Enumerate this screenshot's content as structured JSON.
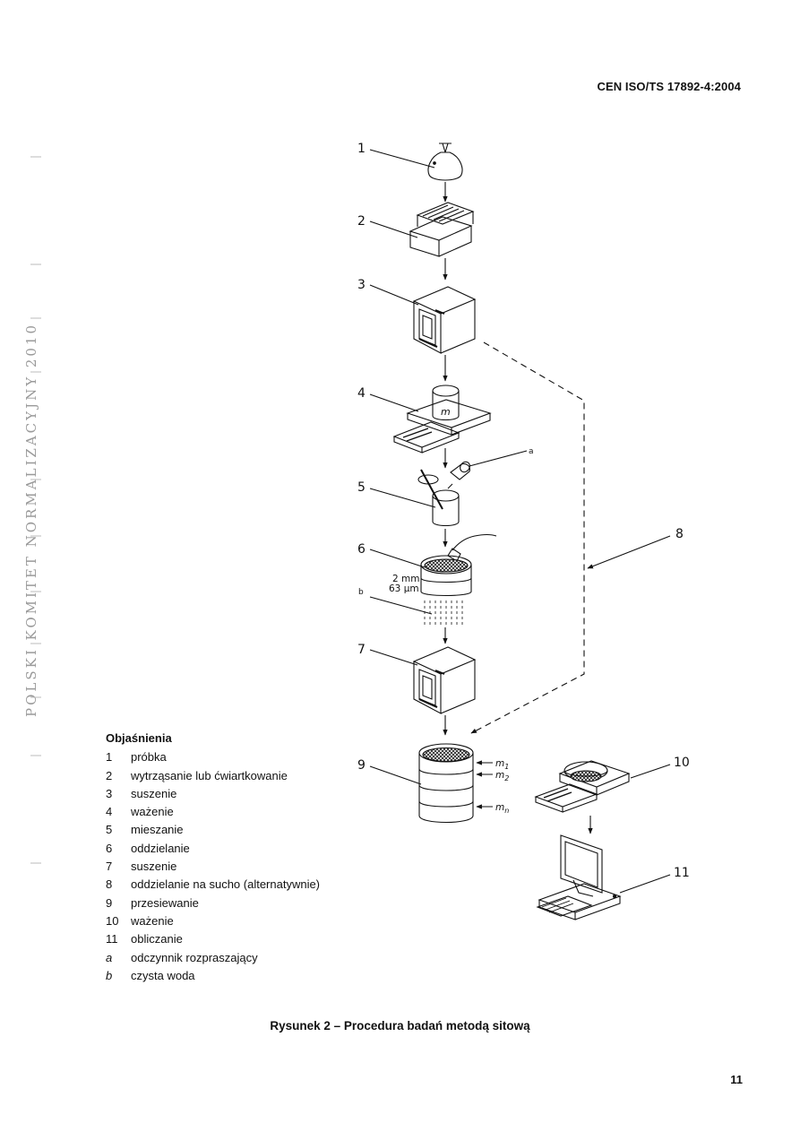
{
  "header": {
    "standard": "CEN ISO/TS 17892-4:2004"
  },
  "watermark": {
    "text": "POLSKI KOMITET NORMALIZACYJNY 2010"
  },
  "figure": {
    "callouts": [
      "1",
      "2",
      "3",
      "4",
      "5",
      "6",
      "7",
      "8",
      "9",
      "10",
      "11"
    ],
    "note_a": "a",
    "note_b": "b",
    "mass_label": "m",
    "sieve_upper": "2 mm",
    "sieve_lower": "63 µm",
    "m1": "m",
    "m1_sub": "1",
    "m2": "m",
    "m2_sub": "2",
    "mn": "m",
    "mn_sub": "n"
  },
  "legend": {
    "title": "Objaśnienia",
    "items": [
      {
        "key": "1",
        "text": "próbka"
      },
      {
        "key": "2",
        "text": "wytrząsanie lub ćwiartkowanie"
      },
      {
        "key": "3",
        "text": "suszenie"
      },
      {
        "key": "4",
        "text": "ważenie"
      },
      {
        "key": "5",
        "text": "mieszanie"
      },
      {
        "key": "6",
        "text": "oddzielanie"
      },
      {
        "key": "7",
        "text": "suszenie"
      },
      {
        "key": "8",
        "text": "oddzielanie na sucho (alternatywnie)"
      },
      {
        "key": "9",
        "text": "przesiewanie"
      },
      {
        "key": "10",
        "text": "ważenie"
      },
      {
        "key": "11",
        "text": "obliczanie"
      },
      {
        "key": "a",
        "text": "odczynnik rozpraszający"
      },
      {
        "key": "b",
        "text": "czysta woda"
      }
    ]
  },
  "caption": "Rysunek 2 – Procedura badań metodą sitową",
  "page_number": "11"
}
